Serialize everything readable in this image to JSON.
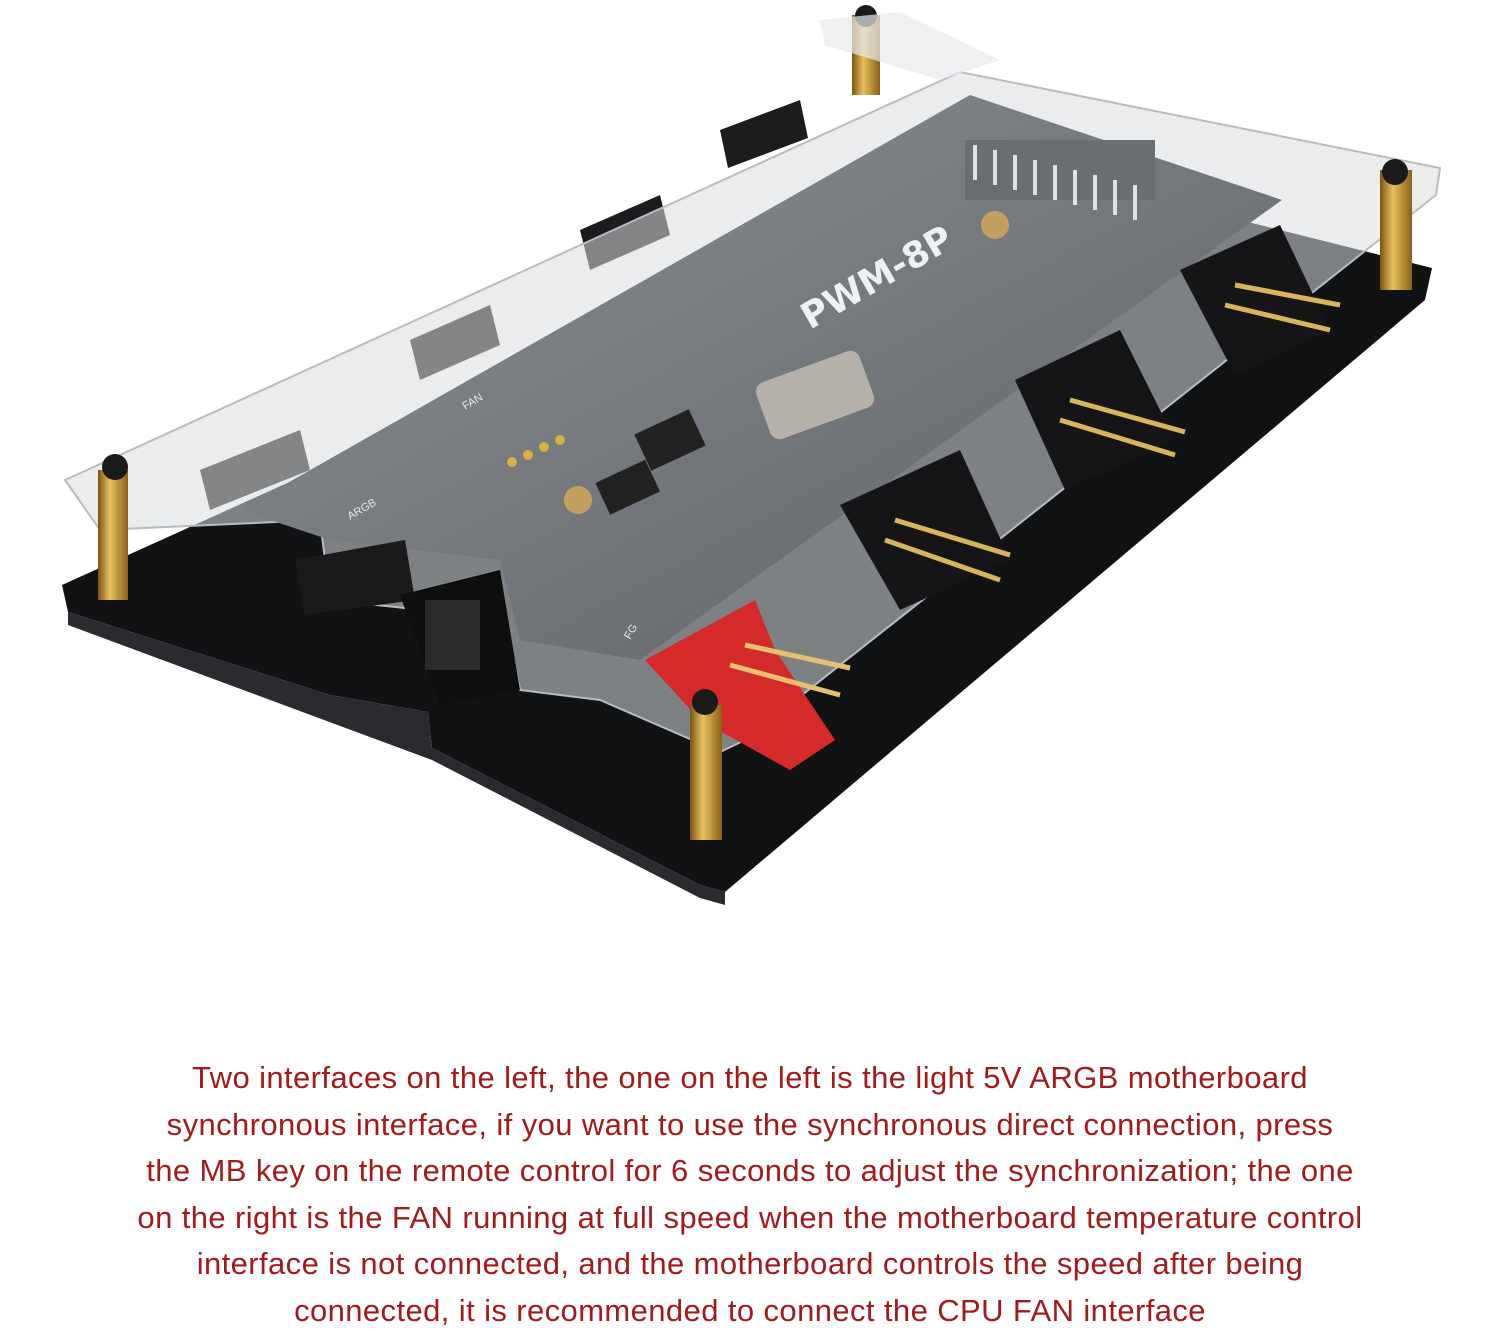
{
  "product": {
    "board_label": "PWM-8P",
    "silkscreen_labels": [
      "ARGB",
      "FAN",
      "FG"
    ]
  },
  "caption": {
    "color": "#a31a1a",
    "lines": [
      "Two interfaces on the left, the one on the left is the light 5V ARGB motherboard",
      "synchronous interface, if you want to use the synchronous direct connection, press",
      "the MB key on the remote control for 6 seconds to adjust the synchronization; the one",
      "on the right is the FAN running at full speed when the motherboard temperature control",
      "interface is not connected, and the motherboard controls the speed after being",
      "connected, it is recommended to connect the CPU FAN interface"
    ]
  }
}
